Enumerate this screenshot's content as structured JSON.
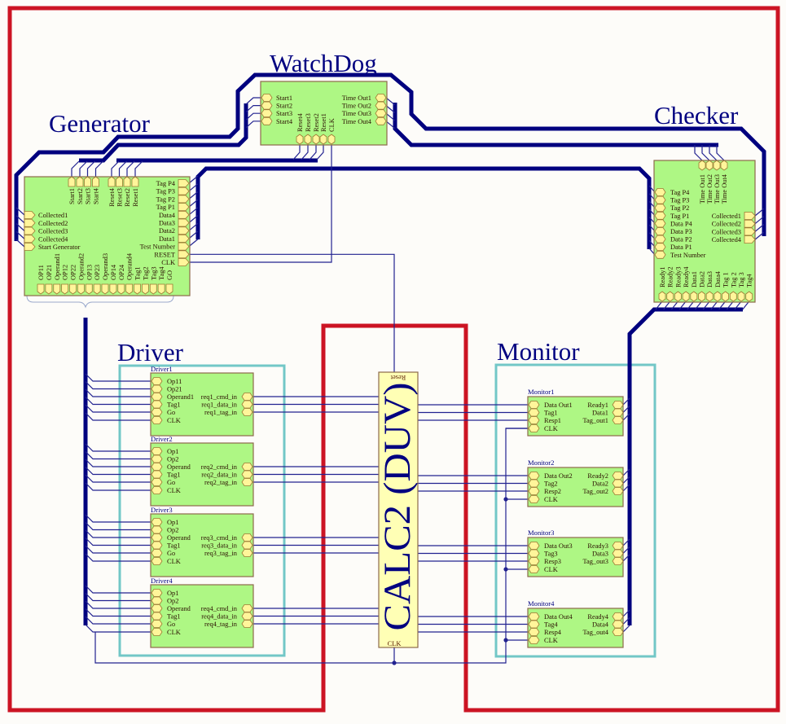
{
  "colors": {
    "background": "#fdfcf9",
    "frame": "#cc1424",
    "group_box": "#72c7c7",
    "bus": "#00007f",
    "wire": "#222290",
    "block_fill": "#aef784",
    "block_border": "#8d6b4b",
    "pin_fill": "#fff59a",
    "pin_border": "#9c7a34",
    "duv_fill": "#ffffb5",
    "title_text": "#000080",
    "pin_text": "#2b0f00"
  },
  "titles": {
    "watchdog": "WatchDog",
    "generator": "Generator",
    "checker": "Checker",
    "driver": "Driver",
    "monitor": "Monitor"
  },
  "generator": {
    "top_pins": [
      "Start1",
      "Start2",
      "Start3",
      "Start4",
      "Reset4",
      "Reset3",
      "Reset2",
      "Reset1"
    ],
    "left_pins": [
      "Collected1",
      "Collected2",
      "Collected3",
      "Collected4",
      "Start Generator"
    ],
    "right_pins": [
      "Tag P4",
      "Tag P3",
      "Tag P2",
      "Tag P1",
      "Data4",
      "Data3",
      "Data2",
      "Data1",
      "Test Number",
      "RESET",
      "CLK"
    ],
    "bottom_pins": [
      "OP11",
      "OP21",
      "Operand1",
      "OP12",
      "OP22",
      "Operand2",
      "OP13",
      "OP23",
      "Operand3",
      "OP14",
      "OP24",
      "Operand4",
      "Tag1",
      "Tag2",
      "Tag3",
      "Tag4",
      "GO"
    ]
  },
  "watchdog": {
    "left_pins": [
      "Start1",
      "Start2",
      "Start3",
      "Start4"
    ],
    "right_pins": [
      "Time Out1",
      "Time Out2",
      "Time Out3",
      "Time Out4"
    ],
    "bottom_pins": [
      "Reset4",
      "Reset3",
      "Reset2",
      "Reset1",
      "CLK"
    ]
  },
  "checker": {
    "top_pins": [
      "Time Out1",
      "Time Out2",
      "Time Out3",
      "Time Out4"
    ],
    "left_pins": [
      "Tag P4",
      "Tag P3",
      "Tag P2",
      "Tag P1",
      "Data P4",
      "Data P3",
      "Data P2",
      "Data P1",
      "Test Number"
    ],
    "right_pins": [
      "Collected1",
      "Collected2",
      "Collected3",
      "Collected4"
    ],
    "bottom_pins": [
      "Ready1",
      "Ready2",
      "Ready3",
      "Ready4",
      "Data1",
      "Data2",
      "Data3",
      "Data4",
      "Tag 1",
      "Tag 2",
      "Tag 3",
      "Tag4"
    ]
  },
  "drivers": [
    {
      "name": "Driver1",
      "left_pins": [
        "Op11",
        "Op21",
        "Operand1",
        "Tag1",
        "Go",
        "CLK"
      ],
      "right_pins": [
        "req1_cmd_in",
        "req1_data_in",
        "req1_tag_in"
      ]
    },
    {
      "name": "Driver2",
      "left_pins": [
        "Op1",
        "Op2",
        "Operand",
        "Tag1",
        "Go",
        "CLK"
      ],
      "right_pins": [
        "req2_cmd_in",
        "req2_data_in",
        "req2_tag_in"
      ]
    },
    {
      "name": "Driver3",
      "left_pins": [
        "Op1",
        "Op2",
        "Operand",
        "Tag1",
        "Go",
        "CLK"
      ],
      "right_pins": [
        "req3_cmd_in",
        "req3_data_in",
        "req3_tag_in"
      ]
    },
    {
      "name": "Driver4",
      "left_pins": [
        "Op1",
        "Op2",
        "Operand",
        "Tag1",
        "Go",
        "CLK"
      ],
      "right_pins": [
        "req4_cmd_in",
        "req4_data_in",
        "req4_tag_in"
      ]
    }
  ],
  "monitors": [
    {
      "name": "Monitor1",
      "left_pins": [
        "Data Out1",
        "Tag1",
        "Resp1",
        "CLK"
      ],
      "right_pins": [
        "Ready1",
        "Data1",
        "Tag_out1"
      ]
    },
    {
      "name": "Monitor2",
      "left_pins": [
        "Data Out2",
        "Tag2",
        "Resp2",
        "CLK"
      ],
      "right_pins": [
        "Ready2",
        "Data2",
        "Tag_out2"
      ]
    },
    {
      "name": "Monitor3",
      "left_pins": [
        "Data Out3",
        "Tag3",
        "Resp3",
        "CLK"
      ],
      "right_pins": [
        "Ready3",
        "Data3",
        "Tag_out3"
      ]
    },
    {
      "name": "Monitor4",
      "left_pins": [
        "Data Out4",
        "Tag4",
        "Resp4",
        "CLK"
      ],
      "right_pins": [
        "Ready4",
        "Data4",
        "Tag_out4"
      ]
    }
  ],
  "duv": {
    "title": "CALC2 (DUV)",
    "top_pin": "Reset",
    "bottom_pin": "CLK"
  }
}
